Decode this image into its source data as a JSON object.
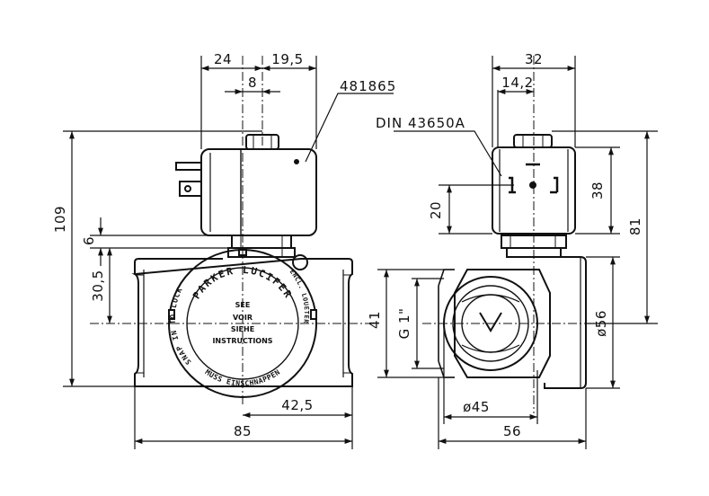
{
  "dimensions": {
    "d24": "24",
    "d19_5": "19,5",
    "d8": "8",
    "d109": "109",
    "d6": "6",
    "d30_5": "30,5",
    "d42_5": "42,5",
    "d85": "85",
    "d32": "32",
    "d14_2": "14,2",
    "d38": "38",
    "d81": "81",
    "d20": "20",
    "d41": "41",
    "thread": "G 1\"",
    "d56_dia": "ø56",
    "d45_dia": "ø45",
    "d56": "56"
  },
  "labels": {
    "part_number": "481865",
    "connector_standard": "DIN 43650A"
  },
  "stamp": {
    "brand": "PARKER LUCIFER",
    "instruction_lines": [
      "SEE",
      "VOIR",
      "SIEHE",
      "INSTRUCTIONS"
    ],
    "ring_left": "SNAP IN TO LOCK",
    "ring_right": "ENCL. LOUETER",
    "ring_bottom": "MUSS EINSCHNAPPEN"
  }
}
